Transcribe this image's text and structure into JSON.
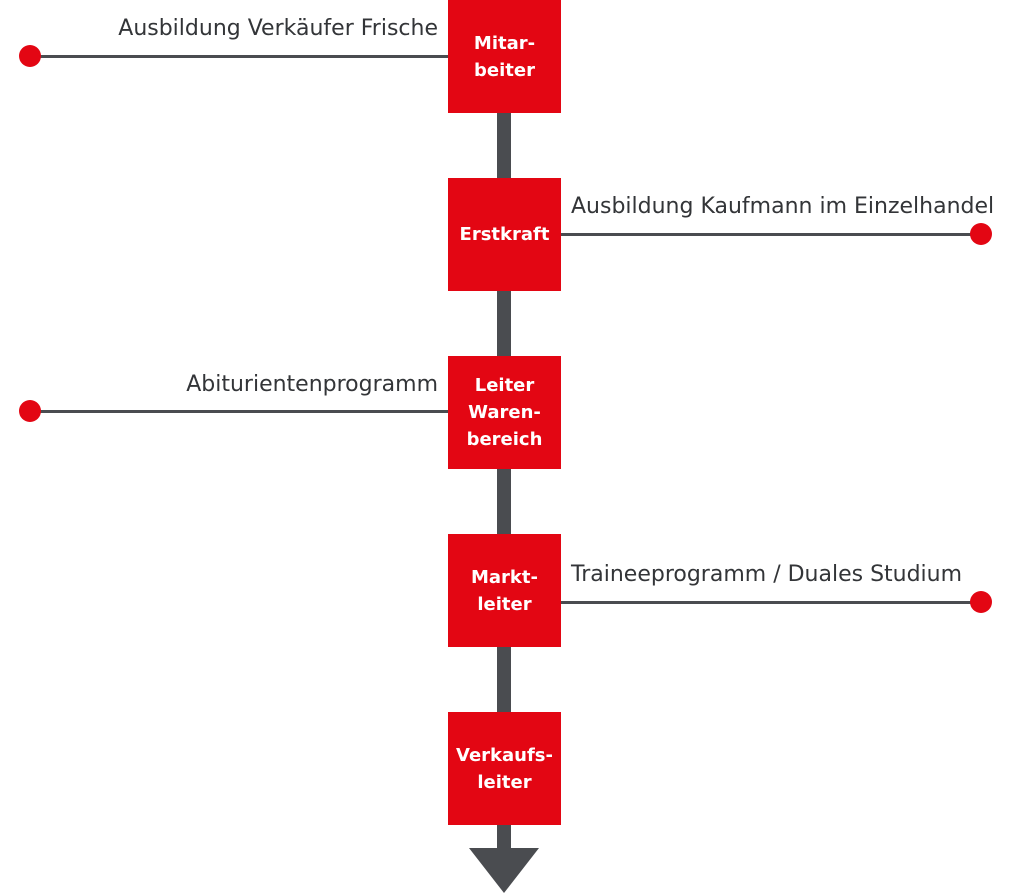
{
  "colors": {
    "accent": "#e30613",
    "axis": "#4a4c50",
    "text": "#333538",
    "background": "#ffffff"
  },
  "positions": [
    {
      "lines": [
        "Mitar-",
        "beiter"
      ]
    },
    {
      "lines": [
        "Erstkraft"
      ]
    },
    {
      "lines": [
        "Leiter",
        "Waren-",
        "bereich"
      ]
    },
    {
      "lines": [
        "Markt-",
        "leiter"
      ]
    },
    {
      "lines": [
        "Verkaufs-",
        "leiter"
      ]
    }
  ],
  "entries": [
    {
      "label": "Ausbildung Verkäufer Frische",
      "side": "left",
      "target": "Mitarbeiter"
    },
    {
      "label": "Ausbildung Kaufmann im Einzelhandel",
      "side": "right",
      "target": "Erstkraft"
    },
    {
      "label": "Abiturientenprogramm",
      "side": "left",
      "target": "Leiter Warenbereich"
    },
    {
      "label": "Traineeprogramm / Duales Studium",
      "side": "right",
      "target": "Marktleiter"
    }
  ]
}
